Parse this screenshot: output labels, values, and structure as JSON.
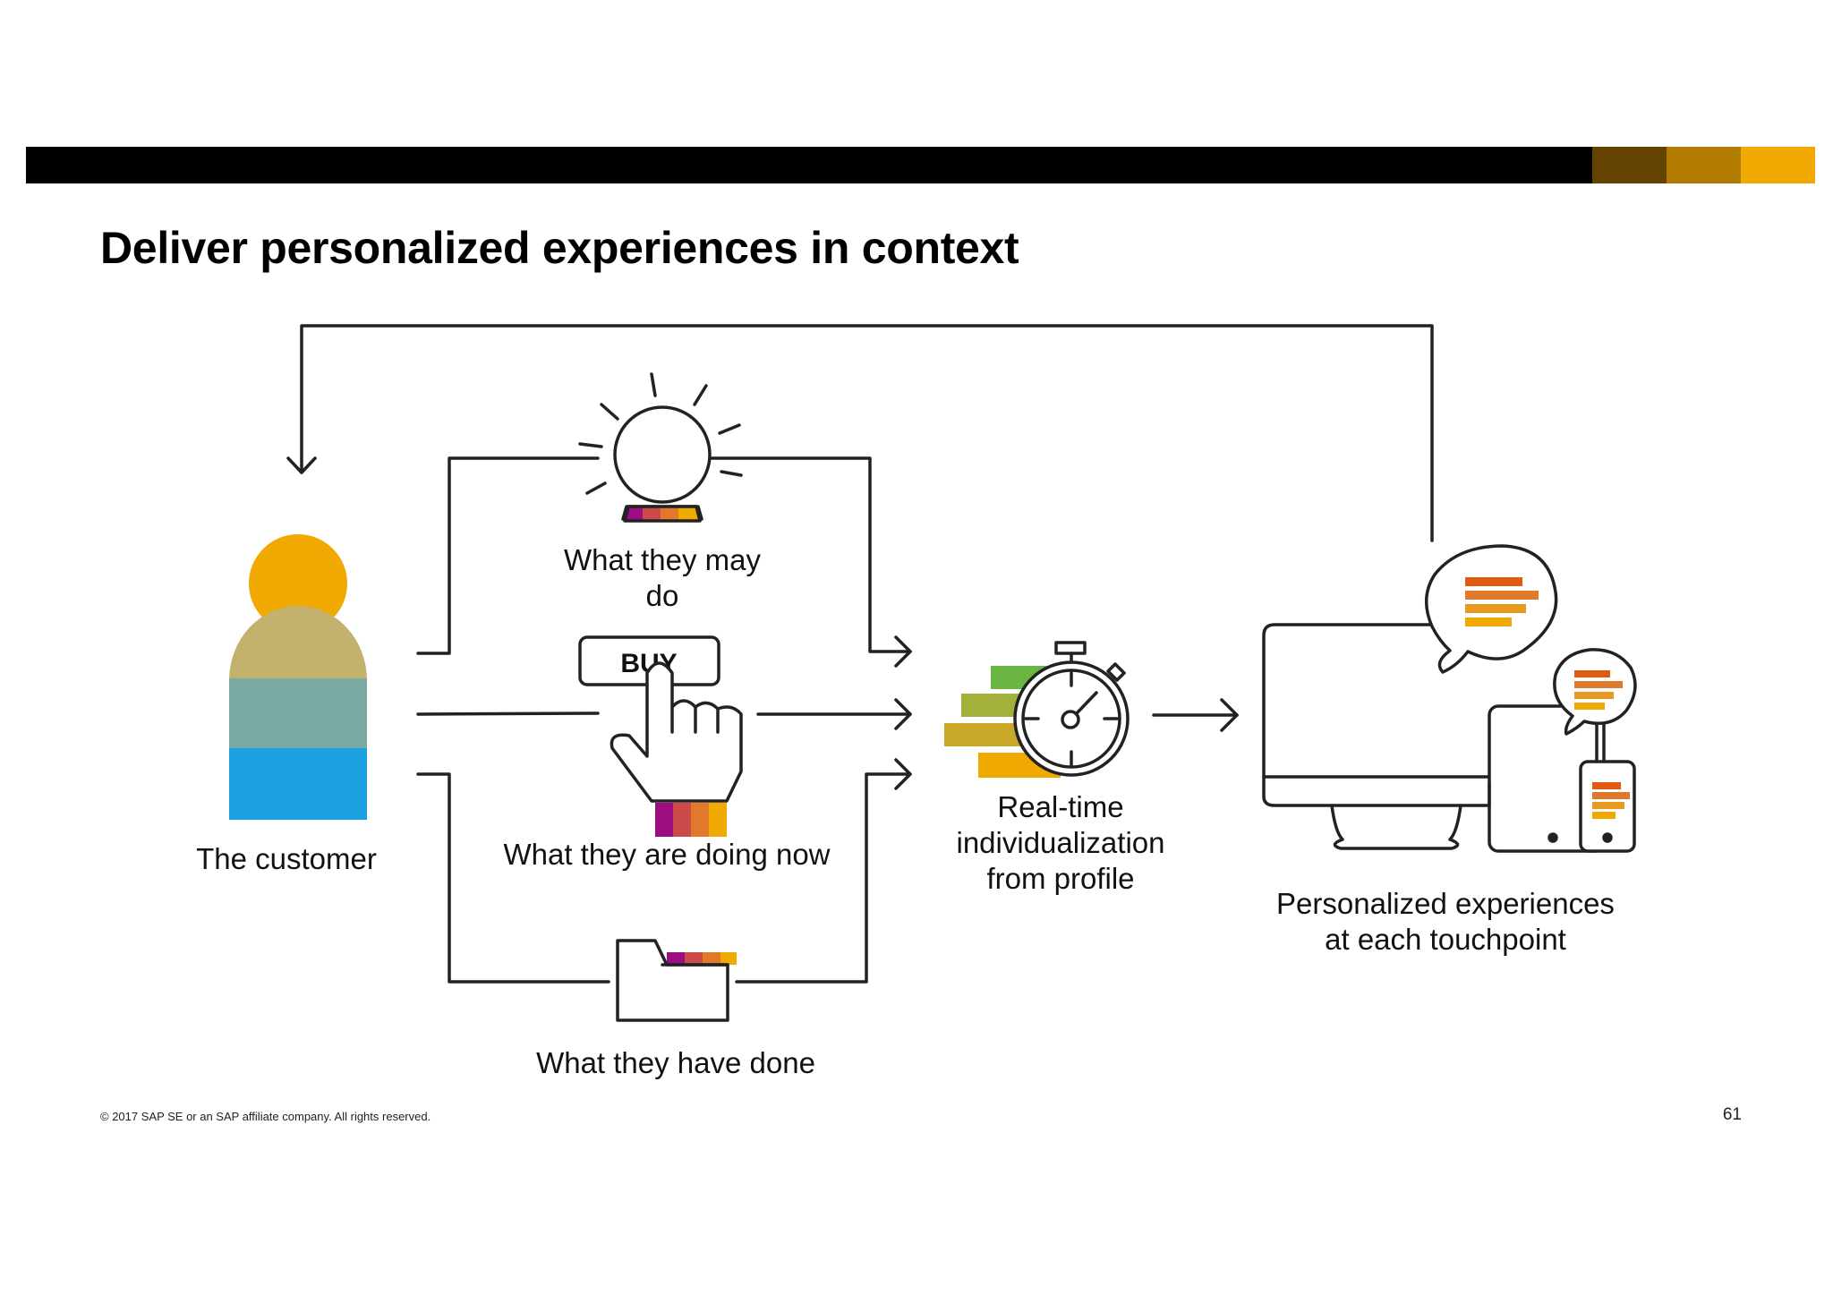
{
  "slide": {
    "title": "Deliver personalized experiences in context",
    "page_number": "61",
    "copyright": "© 2017 SAP SE or an SAP affiliate company. All rights reserved."
  },
  "diagram": {
    "customer_label": "The customer",
    "may_do_label": "What they may do",
    "doing_now_label": "What they are doing now",
    "have_done_label": "What they have done",
    "realtime_label": "Real-time individualization from profile",
    "personalized_label": "Personalized experiences at each touchpoint",
    "buy_button_text": "BUY"
  },
  "colors": {
    "gold": "#efa900",
    "dark_gold": "#b17b00",
    "brown": "#644300",
    "purple": "#9b0d80",
    "red": "#cc4a4a",
    "orange": "#e07a2a",
    "blue": "#1ba1df",
    "teal": "#7aa9a1",
    "green": "#6bb643"
  }
}
